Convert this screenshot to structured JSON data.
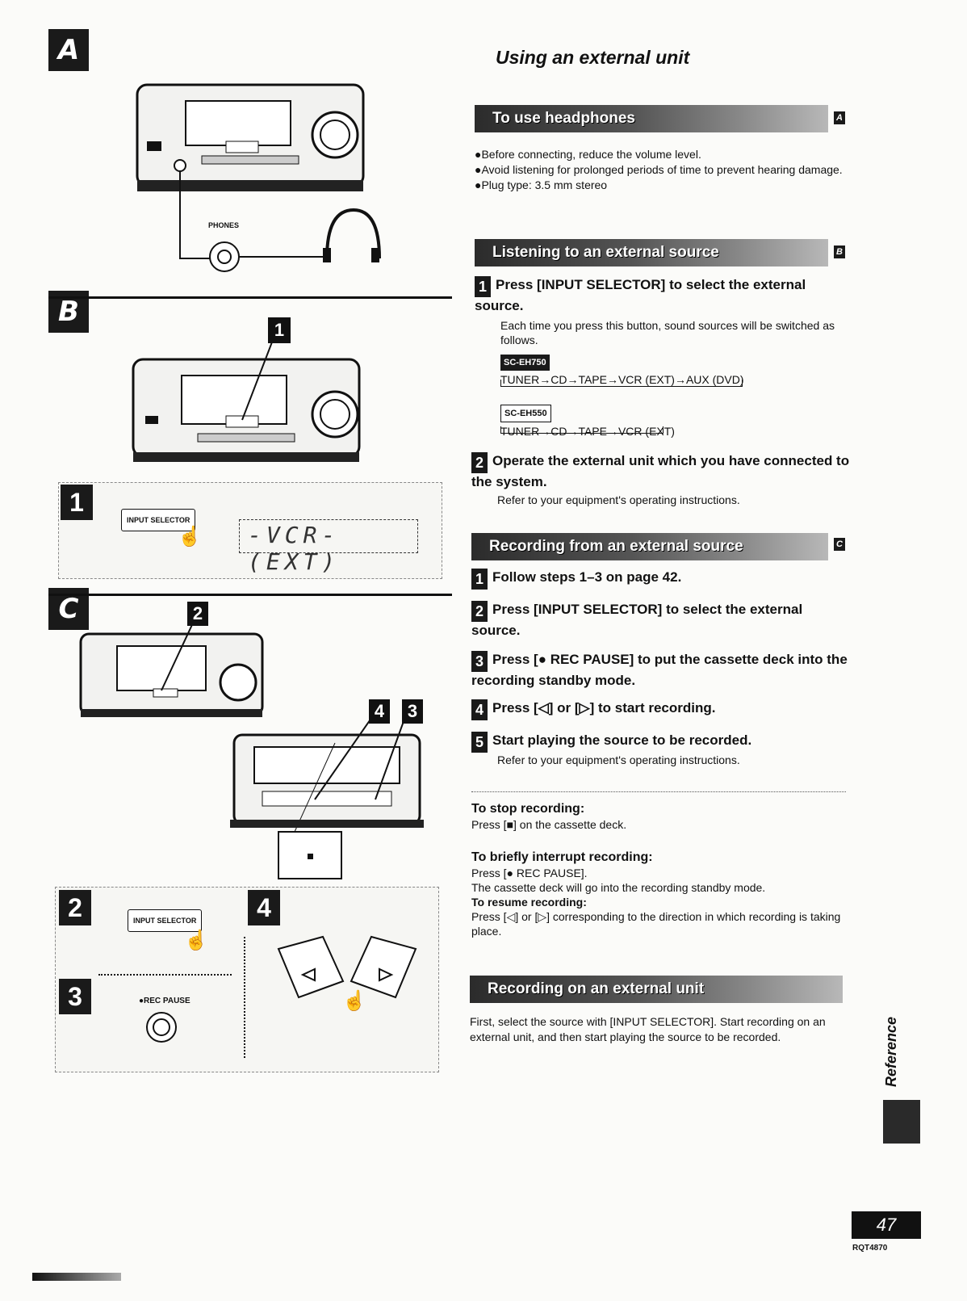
{
  "sections": {
    "a": "A",
    "b": "B",
    "c": "C"
  },
  "page_title": "Using an external unit",
  "phones_label": "PHONES",
  "input_selector_label": "INPUT SELECTOR",
  "rec_pause_label": "●REC PAUSE",
  "display_text": "-VCR-(EXT)",
  "figure_steps": {
    "b1": "1",
    "c2": "2",
    "c4": "4",
    "c3": "3"
  },
  "headphones": {
    "banner": "To use headphones",
    "tag": "A",
    "bullets": [
      "●Before connecting, reduce the volume level.",
      "●Avoid listening for prolonged periods of time to prevent hearing damage.",
      "●Plug type:  3.5 mm stereo"
    ]
  },
  "listening": {
    "banner": "Listening to an external source",
    "tag": "B",
    "step1_num": "1",
    "step1_head": "Press [INPUT SELECTOR] to select the external source.",
    "step1_body": "Each time you press this button, sound sources will be switched as follows.",
    "model1": "SC-EH750",
    "seq1": "TUNER→CD→TAPE→VCR (EXT)→AUX (DVD)",
    "model2": "SC-EH550",
    "seq2": "TUNER→CD→TAPE→VCR (EXT)",
    "step2_num": "2",
    "step2_head": "Operate the external unit which you have connected to the system.",
    "step2_body": "Refer to your equipment's operating instructions."
  },
  "recording_ext": {
    "banner": "Recording from an external source",
    "tag": "C",
    "steps": [
      {
        "num": "1",
        "text": "Follow steps 1–3 on page 42."
      },
      {
        "num": "2",
        "text": "Press [INPUT SELECTOR] to select the external source."
      },
      {
        "num": "3",
        "text": "Press [● REC PAUSE] to put the cassette deck into the recording standby mode."
      },
      {
        "num": "4",
        "text": "Press [◁] or [▷] to start recording."
      },
      {
        "num": "5",
        "text": "Start playing the source to be recorded."
      }
    ],
    "step5_body": "Refer to your equipment's operating instructions.",
    "stop_head": "To stop recording:",
    "stop_body": "Press [■] on the cassette deck.",
    "interrupt_head": "To briefly interrupt recording:",
    "interrupt_body1": "Press [● REC PAUSE].",
    "interrupt_body2": "The cassette deck will go into the recording standby mode.",
    "resume_head": "To resume recording:",
    "resume_body": "Press [◁] or [▷] corresponding to the direction in which recording is taking place."
  },
  "recording_on": {
    "banner": "Recording on an external unit",
    "body": "First, select the source with [INPUT SELECTOR]. Start recording on an external unit, and then start playing the source to be recorded."
  },
  "side_tab": "Reference",
  "page_number": "47",
  "doc_code": "RQT4870"
}
